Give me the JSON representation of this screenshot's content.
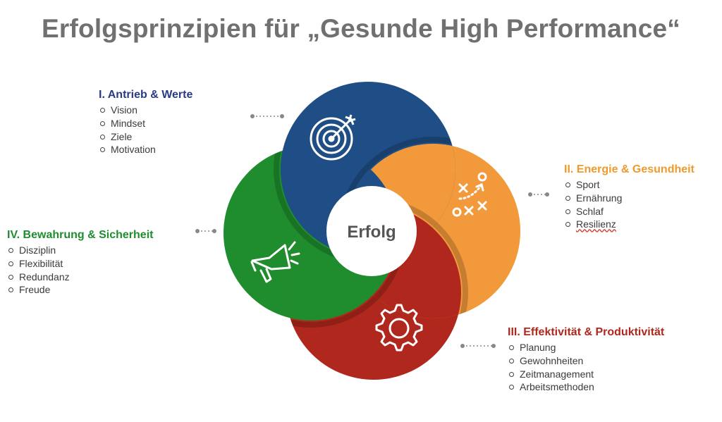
{
  "title": "Erfolgsprinzipien für „Gesunde High Performance“",
  "center_label": "Erfolg",
  "colors": {
    "blue": "#1f4e86",
    "orange": "#f1993b",
    "red": "#b0281d",
    "green": "#1f8d2e",
    "title": "#707070"
  },
  "sections": [
    {
      "heading": "I. Antrieb & Werte",
      "color": "#2a3a83",
      "icon": "target-icon",
      "items": [
        "Vision",
        "Mindset",
        "Ziele",
        "Motivation"
      ]
    },
    {
      "heading": "II. Energie & Gesundheit",
      "color": "#ef9a2e",
      "icon": "strategy-play-icon",
      "items": [
        "Sport",
        "Ernährung",
        "Schlaf",
        "Resilienz"
      ]
    },
    {
      "heading": "III. Effektivität & Produktivität",
      "color": "#b0281d",
      "icon": "gear-icon",
      "items": [
        "Planung",
        "Gewohnheiten",
        "Zeitmanagement",
        "Arbeitsmethoden"
      ]
    },
    {
      "heading": "IV. Bewahrung & Sicherheit",
      "color": "#1f8d2e",
      "icon": "megaphone-icon",
      "items": [
        "Disziplin",
        "Flexibilität",
        "Redundanz",
        "Freude"
      ]
    }
  ]
}
